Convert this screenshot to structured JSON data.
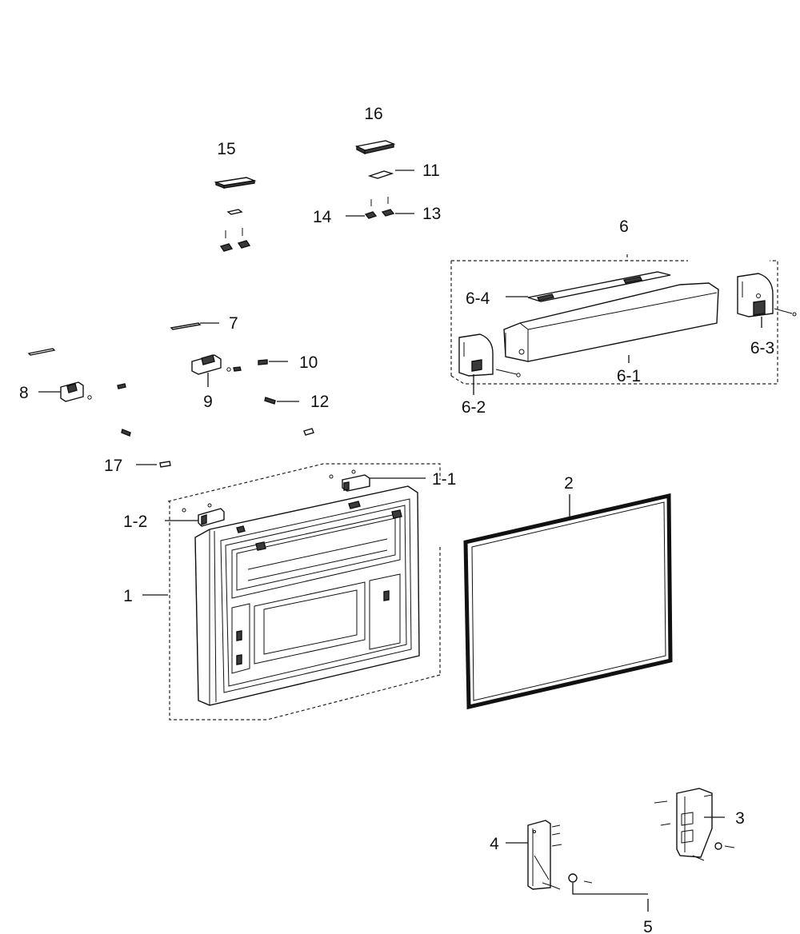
{
  "diagram": {
    "labels": {
      "p1": "1",
      "p1_1": "1-1",
      "p1_2": "1-2",
      "p2": "2",
      "p3": "3",
      "p4": "4",
      "p5": "5",
      "p6": "6",
      "p6_1": "6-1",
      "p6_2": "6-2",
      "p6_3": "6-3",
      "p6_4": "6-4",
      "p7": "7",
      "p8": "8",
      "p9": "9",
      "p10": "10",
      "p11": "11",
      "p12": "12",
      "p13": "13",
      "p14": "14",
      "p15": "15",
      "p16": "16",
      "p17": "17"
    }
  }
}
